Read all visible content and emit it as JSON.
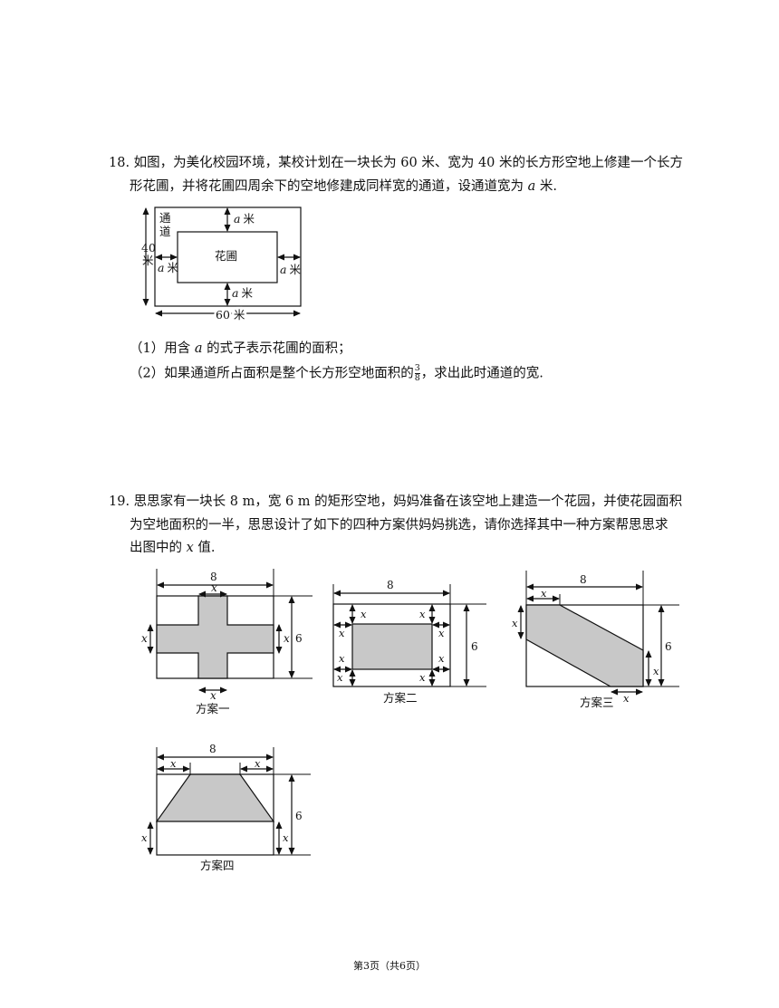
{
  "q18": {
    "line1": "18. 如图，为美化校园环境，某校计划在一块长为 60 米、宽为 40 米的长方形空地上修建一个长方",
    "line2_pre": "形花圃，并将花圃四周余下的空地修建成同样宽的通道，设通道宽为 ",
    "line2_var": "a",
    "line2_post": " 米.",
    "part1_pre": "（1）用含 ",
    "part1_var": "a",
    "part1_post": " 的式子表示花圃的面积；",
    "part2_pre": "（2）如果通道所占面积是整个长方形空地面积的",
    "part2_num": "3",
    "part2_den": "8",
    "part2_post": "，求出此时通道的宽.",
    "figure": {
      "label_tong": "通",
      "label_dao": "道",
      "label_garden": "花圃",
      "label_a": "a",
      "label_mi": "米",
      "label_40": "40",
      "label_40_unit": "米",
      "label_60": "60 米"
    }
  },
  "q19": {
    "line1": "19. 思思家有一块长 8 m，宽 6 m 的矩形空地，妈妈准备在该空地上建造一个花园，并使花园面积",
    "line2": "为空地面积的一半，思思设计了如下的四种方案供妈妈挑选，请你选择其中一种方案帮思思求",
    "line3_pre": "出图中的 ",
    "line3_var": "x",
    "line3_post": " 值.",
    "dim_length": "8",
    "dim_width": "6",
    "var_x": "x",
    "plans": [
      "方案一",
      "方案二",
      "方案三",
      "方案四"
    ]
  },
  "footer": "第3页（共6页）",
  "colors": {
    "fill": "#c8c8c8",
    "ink": "#111111"
  }
}
